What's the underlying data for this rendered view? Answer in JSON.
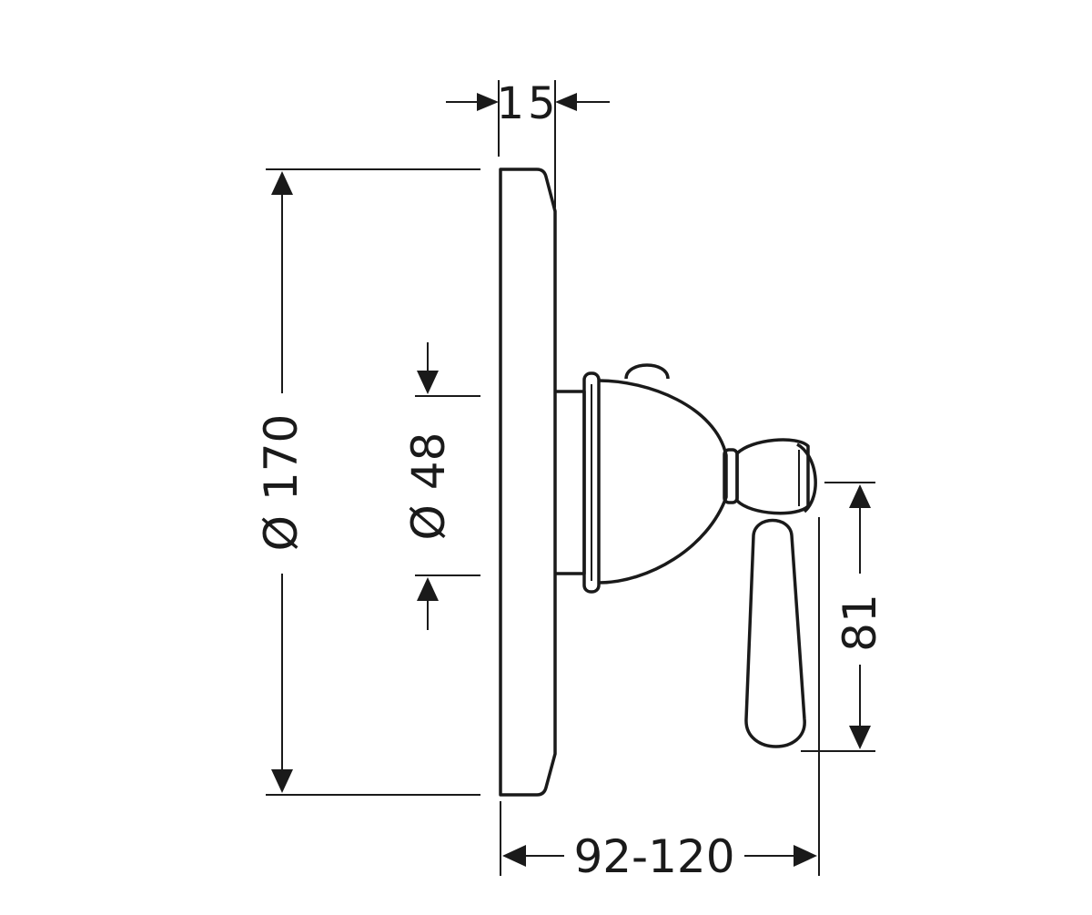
{
  "dimensions": {
    "plate_thickness": "15",
    "plate_diameter": "Ø 170",
    "knob_diameter": "Ø 48",
    "lever_height": "81",
    "projection_depth": "92-120"
  }
}
